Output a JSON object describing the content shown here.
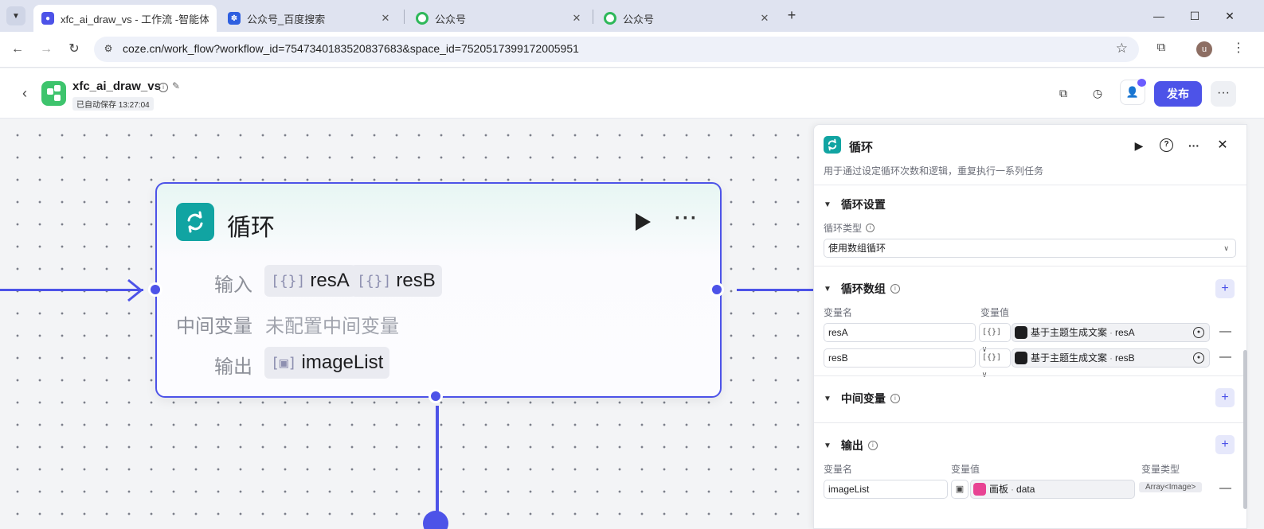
{
  "browser": {
    "tabs": [
      {
        "title": "xfc_ai_draw_vs - 工作流 -智能体",
        "active": true,
        "icon": "coze-icon"
      },
      {
        "title": "公众号_百度搜索",
        "active": false,
        "icon": "baidu-icon"
      },
      {
        "title": "公众号",
        "active": false,
        "icon": "wechat-icon"
      },
      {
        "title": "公众号",
        "active": false,
        "icon": "wechat-icon"
      }
    ],
    "url": "coze.cn/work_flow?workflow_id=7547340183520837683&space_id=7520517399172005951",
    "profile_initial": "u"
  },
  "header": {
    "title": "xfc_ai_draw_vs",
    "autosave": "已自动保存 13:27:04",
    "publish_label": "发布",
    "more_label": "···"
  },
  "node": {
    "title": "循环",
    "input_label": "输入",
    "inputs": [
      "resA",
      "resB"
    ],
    "intermediate_label": "中间变量",
    "intermediate_empty": "未配置中间变量",
    "output_label": "输出",
    "output_value": "imageList",
    "more_label": "···"
  },
  "panel": {
    "title": "循环",
    "description": "用于通过设定循环次数和逻辑，重复执行一系列任务",
    "loop_settings": {
      "title": "循环设置",
      "type_label": "循环类型",
      "type_value": "使用数组循环"
    },
    "loop_array": {
      "title": "循环数组",
      "col_name": "变量名",
      "col_value": "变量值",
      "rows": [
        {
          "name": "resA",
          "type_glyph": "[{}]",
          "source": "基于主题生成文案",
          "field": "resA"
        },
        {
          "name": "resB",
          "type_glyph": "[{}]",
          "source": "基于主题生成文案",
          "field": "resB"
        }
      ]
    },
    "intermediate": {
      "title": "中间变量"
    },
    "output": {
      "title": "输出",
      "col_name": "变量名",
      "col_value": "变量值",
      "col_type": "变量类型",
      "row": {
        "name": "imageList",
        "source": "画板",
        "field": "data",
        "type": "Array<Image>"
      }
    }
  },
  "colors": {
    "accent": "#4d53e8",
    "loop_icon": "#11a4a2",
    "logo": "#3ec46d"
  }
}
